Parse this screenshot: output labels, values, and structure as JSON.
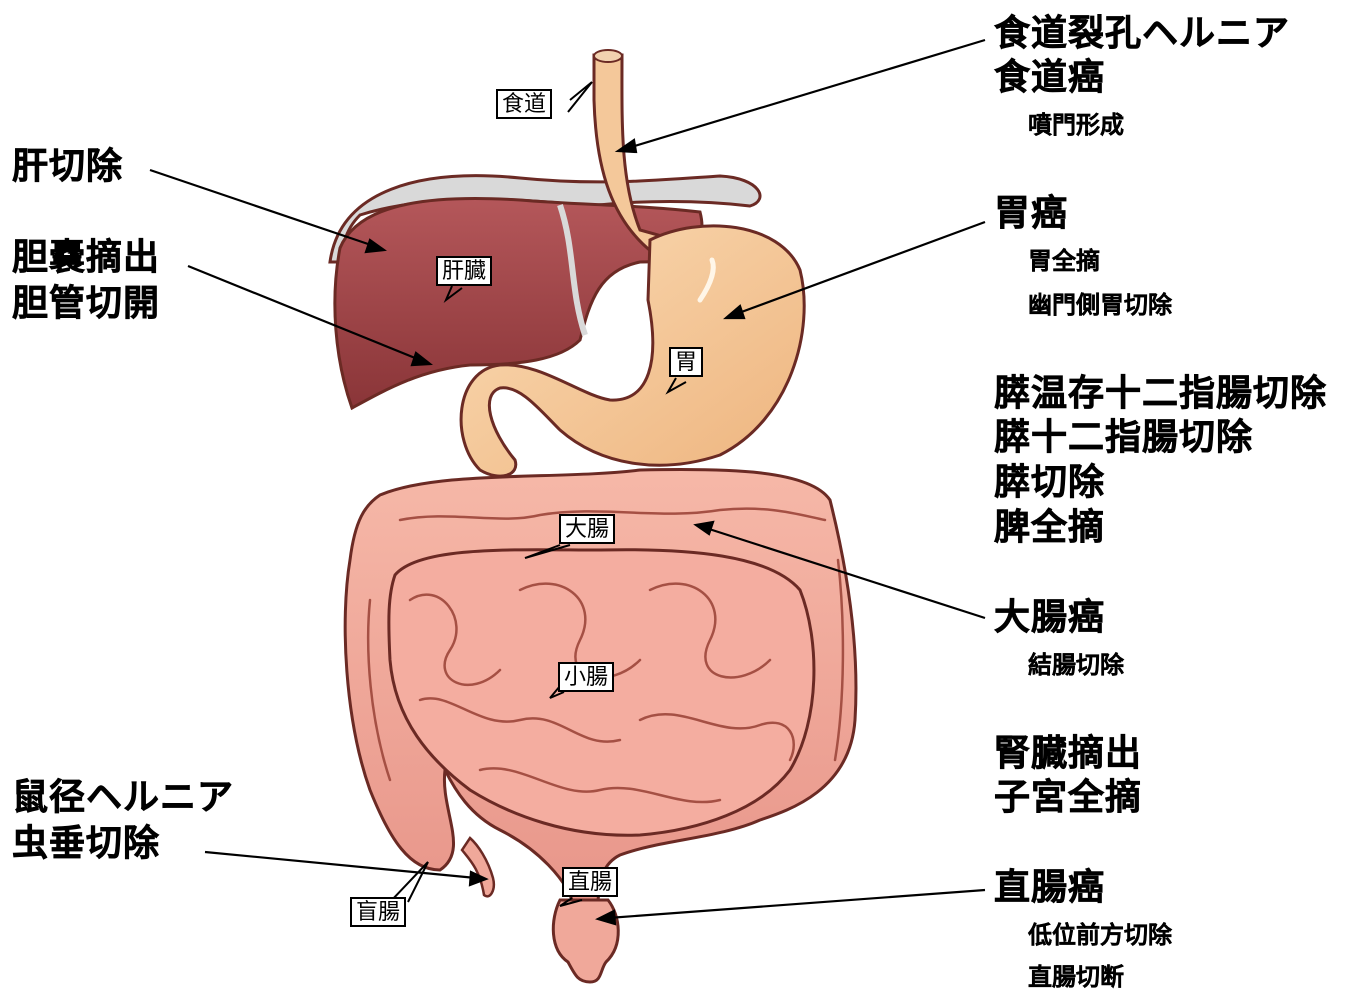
{
  "organ_tags": {
    "esophagus": "食道",
    "liver": "肝臓",
    "stomach": "胃",
    "large_intestine": "大腸",
    "small_intestine": "小腸",
    "rectum": "直腸",
    "cecum": "盲腸"
  },
  "left_labels": {
    "liver_resection": "肝切除",
    "gallbladder_1": "胆嚢摘出",
    "gallbladder_2": "胆管切開",
    "hernia_1": "鼠径ヘルニア",
    "hernia_2": "虫垂切除"
  },
  "right_labels": {
    "esophagus_1": "食道裂孔ヘルニア",
    "esophagus_2": "食道癌",
    "esophagus_sub": "噴門形成",
    "stomach_main": "胃癌",
    "stomach_sub_1": "胃全摘",
    "stomach_sub_2": "幽門側胃切除",
    "pancreas_1": "膵温存十二指腸切除",
    "pancreas_2": "膵十二指腸切除",
    "pancreas_3": "膵切除",
    "pancreas_4": "脾全摘",
    "colon_main": "大腸癌",
    "colon_sub": "結腸切除",
    "kidney": "腎臓摘出",
    "uterus": "子宮全摘",
    "rectum_main": "直腸癌",
    "rectum_sub_1": "低位前方切除",
    "rectum_sub_2": "直腸切断"
  },
  "colors": {
    "liver": "#a4494c",
    "stomach": "#f4c89a",
    "intestine": "#f0a89a",
    "outline": "#6b2a24"
  }
}
